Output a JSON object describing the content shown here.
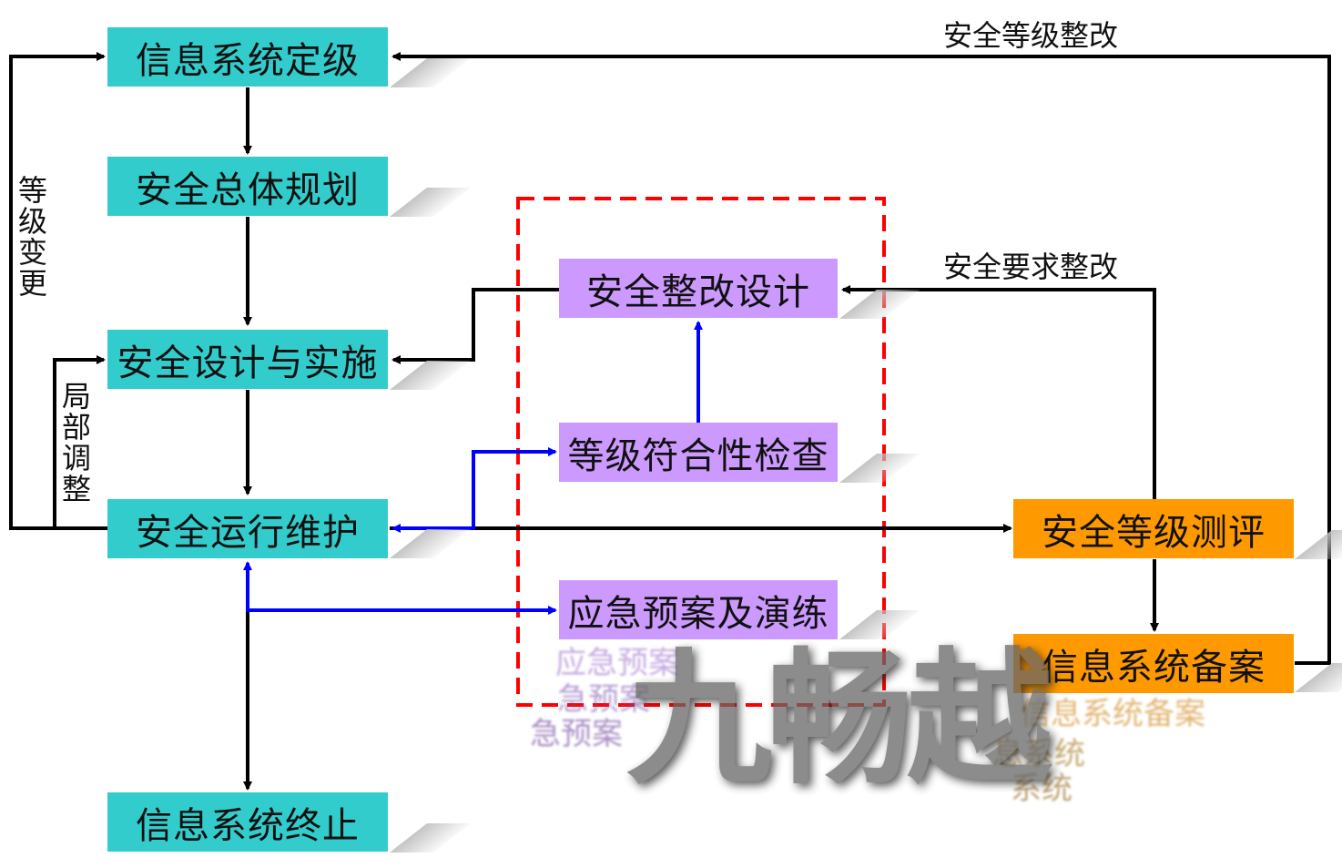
{
  "nodes": {
    "classify": "信息系统定级",
    "planning": "安全总体规划",
    "design": "安全设计与实施",
    "operation": "安全运行维护",
    "terminate": "信息系统终止",
    "rectify_design": "安全整改设计",
    "compliance_check": "等级符合性检查",
    "emergency": "应急预案及演练",
    "assessment": "安全等级测评",
    "filing": "信息系统备案"
  },
  "labels": {
    "level_rectify": "安全等级整改",
    "requirement_rectify": "安全要求整改",
    "level_change": "等级变更",
    "local_adjust": "局部调整"
  },
  "watermark": {
    "text": "九畅越",
    "ghost_lines": [
      "应急预案",
      "急预案",
      "急预案",
      "信息系统备案",
      "息系统",
      "系统"
    ]
  },
  "colors": {
    "teal": "#33cccc",
    "purple": "#cc99ff",
    "orange": "#ff9900",
    "black_arrow": "#000000",
    "blue_arrow": "#0000ff",
    "dashed_frame": "#ff0000"
  }
}
